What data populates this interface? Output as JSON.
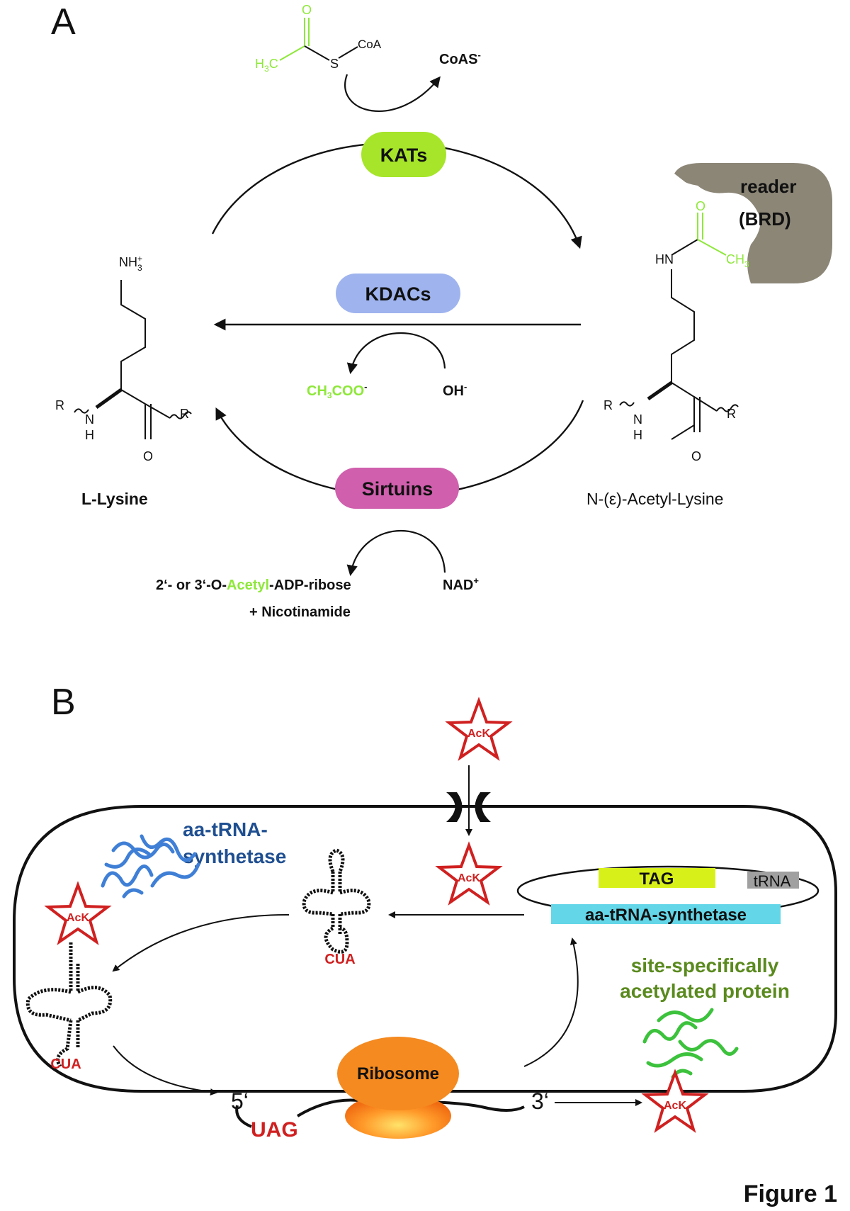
{
  "panels": {
    "a": {
      "label": "A",
      "enzymes": {
        "kats": {
          "label": "KATs",
          "color": "#a6e52a"
        },
        "kdacs": {
          "label": "KDACs",
          "color": "#9fb4ee"
        },
        "sirtuins": {
          "label": "Sirtuins",
          "color": "#d05fad"
        }
      },
      "reader": {
        "line1": "reader",
        "line2": "(BRD)",
        "color": "#8c8677"
      },
      "acetyl_coa": {
        "h3c": "H",
        "h3c_sub": "3",
        "h3c_c": "C",
        "o": "O",
        "s": "S",
        "coa": "CoA"
      },
      "coas": {
        "text": "CoAS",
        "sup": "-"
      },
      "acetate": {
        "text": "CH",
        "sub": "3",
        "text2": "COO",
        "sup": "-"
      },
      "hydroxide": {
        "text": "OH",
        "sup": "-"
      },
      "nad": {
        "text": "NAD",
        "sup": "+"
      },
      "sirt_products": {
        "prefix": "2‘- or 3‘-O-",
        "highlight": "Acetyl",
        "suffix": "-ADP-ribose",
        "line2": "+ Nicotinamide"
      },
      "lysine": {
        "name": "L-Lysine",
        "nh3": "NH",
        "nh3_sub": "3",
        "nh3_sup": "+",
        "r_left": "R",
        "n": "N",
        "h": "H",
        "o": "O",
        "r_right": "R"
      },
      "acetyl_lysine": {
        "name": "N-(ε)-Acetyl-Lysine",
        "hn": "HN",
        "o_acetyl": "O",
        "ch3": "CH",
        "ch3_sub": "3",
        "r_left": "R",
        "n": "N",
        "h": "H",
        "o": "O",
        "r_right": "R"
      },
      "acetyl_color": "#8ee83a"
    },
    "b": {
      "label": "B",
      "ack_label": "AcK",
      "synthetase_title_line1": "aa-tRNA-",
      "synthetase_title_line2": "synthetase",
      "plasmid": {
        "tag": {
          "label": "TAG",
          "color": "#d8f019"
        },
        "trna": {
          "label": "tRNA",
          "color": "#a0a0a0"
        },
        "synthetase": {
          "label": "aa-tRNA-synthetase",
          "color": "#63d6e8"
        }
      },
      "anticodon_1": "CUA",
      "anticodon_2": "CUA",
      "product_line1": "site-specifically",
      "product_line2": "acetylated protein",
      "ribosome": "Ribosome",
      "mrna_5": "5‘",
      "mrna_3": "3‘",
      "codon": "UAG",
      "colors": {
        "red": "#d02020",
        "title_blue": "#1f4f91",
        "product_green": "#5a8a1e"
      }
    }
  },
  "figure_label": "Figure 1"
}
